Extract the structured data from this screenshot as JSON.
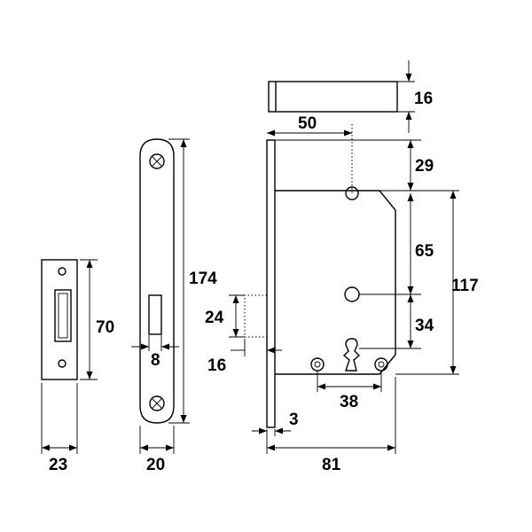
{
  "dimensions": {
    "strike_width": "23",
    "strike_height": "70",
    "faceplate_width": "20",
    "faceplate_height": "174",
    "latch_opening": "8",
    "latch_height": "24",
    "latch_projection": "16",
    "bolt_projection": "16",
    "backset": "50",
    "top_offset": "29",
    "upper_spacing": "65",
    "case_height": "117",
    "lower_spacing": "34",
    "key_hole_spacing": "38",
    "forend_thickness": "3",
    "overall_depth": "81"
  }
}
